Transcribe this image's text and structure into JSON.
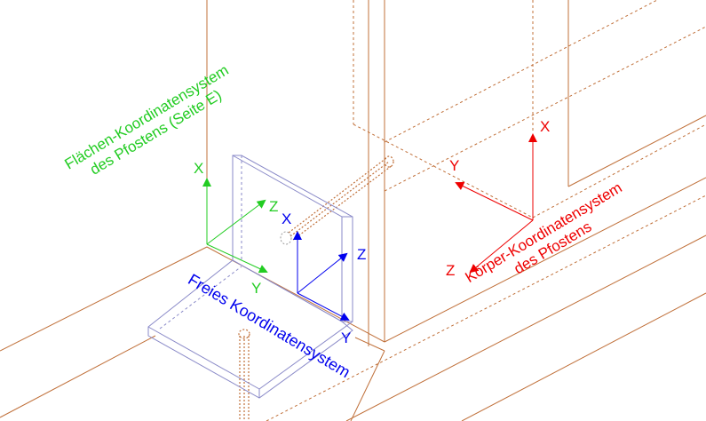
{
  "colors": {
    "structure": "#c0703a",
    "bracket": "#8a8ac8",
    "surface_system": "#22cc22",
    "free_system": "#0000ee",
    "body_system": "#ee0000"
  },
  "labels": {
    "surface_system": {
      "line1": "Flächen-Koordinatensystem",
      "line2": "des Pfostens (Seite E)"
    },
    "free_system": {
      "line1": "Freies Koordinatensystem"
    },
    "body_system": {
      "line1": "Körper-Koordinatensystem",
      "line2": "des Pfostens"
    }
  },
  "axes": {
    "surface": {
      "x": "X",
      "y": "Y",
      "z": "Z"
    },
    "free": {
      "x": "X",
      "y": "Y",
      "z": "Z"
    },
    "body": {
      "x": "X",
      "y": "Y",
      "z": "Z"
    }
  }
}
